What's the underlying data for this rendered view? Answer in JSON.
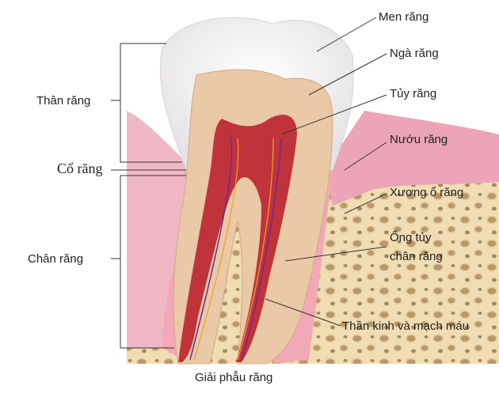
{
  "diagram": {
    "title": "Giải phẫu răng",
    "labels_right": {
      "enamel": "Men răng",
      "dentin": "Ngà răng",
      "pulp": "Tủy răng",
      "gum": "Nướu răng",
      "alveolar_bone": "Xương ổ răng",
      "root_canal_line1": "Ống tủy",
      "root_canal_line2": "chân răng",
      "nerves_vessels": "Thần kinh và mạch máu"
    },
    "labels_left": {
      "crown": "Thân răng",
      "neck": "Cổ răng",
      "root": "Chân răng"
    },
    "colors": {
      "enamel": "#f4f2f3",
      "dentin": "#e8c8a8",
      "pulp": "#c0333a",
      "gum": "#eaa0b0",
      "bone": "#f0ddb4",
      "bone_holes": "#b89868"
    }
  }
}
